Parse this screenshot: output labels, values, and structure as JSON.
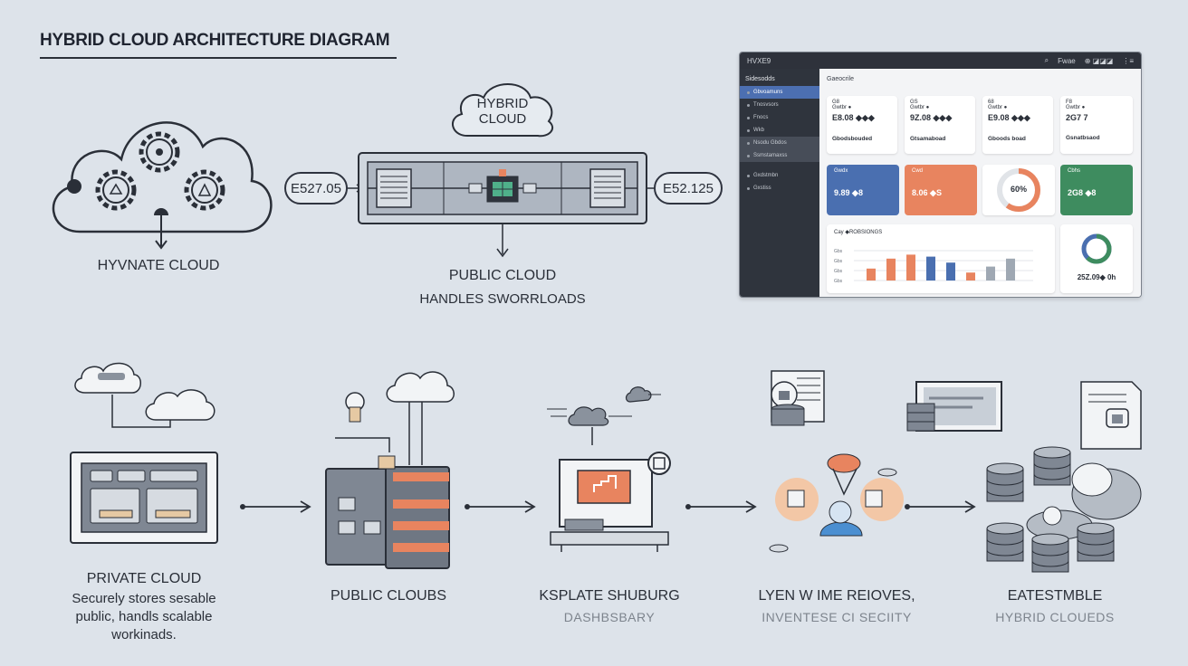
{
  "header": {
    "title": "HYBRID CLOUD ARCHITECTURE DIAGRAM"
  },
  "top": {
    "hybrid_cloud_label": "HYBRID CLOUD",
    "left_pill": "E527.05",
    "right_pill": "E52.125",
    "private_label": "HYVNATE CLOUD",
    "public_title": "PUBLIC CLOUD",
    "public_sub": "HANDLES SWORRLOADS"
  },
  "dashboard": {
    "app_name": "HVXE9",
    "top_icons": [
      "⌕",
      "Fwae",
      "⊕ ◪◪◪",
      "⋮≡"
    ],
    "sidebar_header": "Sidesodds",
    "sidebar_items": [
      "Gbvoamuns",
      "Tnosvsors",
      "Fnocs",
      "Wkb",
      "Nsodu Gbdos",
      "Ssmstamaxss",
      "Gxdstmbn",
      "Gxstiss"
    ],
    "main_title": "Gaeocrile",
    "stat_cards": [
      {
        "top": "G8",
        "sub": "Gwtbr ●",
        "value": "E8.08 ◆◆◆",
        "footer": "Gbodsbouded"
      },
      {
        "top": "GS",
        "sub": "Gwtbr ●",
        "value": "9Z.08 ◆◆◆",
        "footer": "Gtsamaboad"
      },
      {
        "top": "68",
        "sub": "Gwtbr ●",
        "value": "E9.08 ◆◆◆",
        "footer": "Gboods boad"
      },
      {
        "top": "F8",
        "sub": "Gwtbr ●",
        "value": "2G7 7",
        "footer": "Gsnatbsaod"
      }
    ],
    "color_cards": [
      {
        "label": "Gwdx",
        "value": "9.89 ◆8",
        "color": "#4a6fb0"
      },
      {
        "label": "Cwd",
        "value": "8.06 ◆S",
        "color": "#e8845f"
      },
      {
        "label": "Cbhs",
        "value": "2G8 ◆8",
        "color": "#3e8c5f"
      }
    ],
    "gauge": {
      "label": "60%",
      "value": 60,
      "color": "#e8845f"
    },
    "bar_panel": {
      "title": "Cay ◆ROBSIONGS",
      "values": [
        0.3,
        0.55,
        0.65,
        0.6,
        0.45,
        0.2,
        0.35,
        0.55
      ],
      "colors": [
        "#e8845f",
        "#e8845f",
        "#e8845f",
        "#4a6fb0",
        "#4a6fb0",
        "#e8845f",
        "#9fa8b3",
        "#9fa8b3"
      ],
      "ticks": [
        "Gbs",
        "Gbs",
        "Gbs",
        "Gbs"
      ]
    },
    "donut_panel": {
      "value": "25Z.09◆ 0h",
      "color_a": "#3e8c5f",
      "color_b": "#4a6fb0"
    }
  },
  "steps": [
    {
      "title": "PRIVATE CLOUD",
      "desc": [
        "Securely stores sesable",
        "public, handls scalable",
        "workinads."
      ]
    },
    {
      "title": "PUBLIC CLOUBS",
      "desc": []
    },
    {
      "title": "KSPLATE SHUBURG",
      "desc": [
        "DASHBSBARY"
      ]
    },
    {
      "title": "LYEN W IME REIOVES,",
      "desc": [
        "INVENTESE CI SECIITY"
      ]
    },
    {
      "title": "EATESTMBLE",
      "desc": [
        "HYBRID CLOUEDS"
      ]
    }
  ],
  "colors": {
    "accent_orange": "#e8845f",
    "accent_blue": "#4a6fb0",
    "accent_green": "#3e8c5f",
    "ink": "#2a2f38"
  }
}
